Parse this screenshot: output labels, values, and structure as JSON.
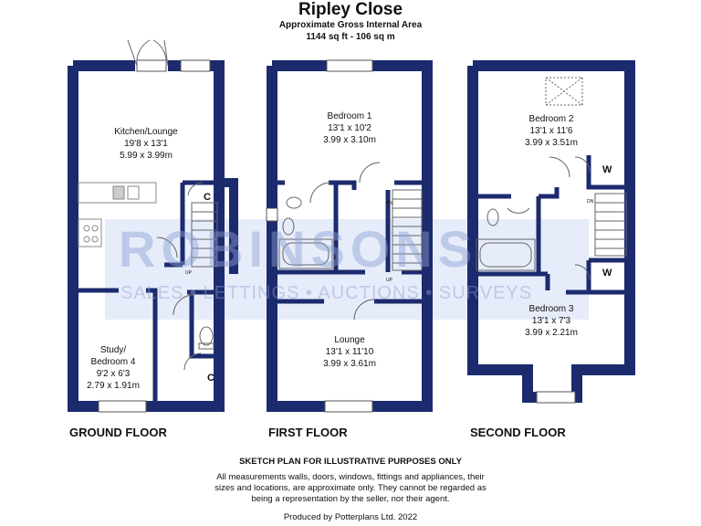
{
  "header": {
    "title": "Ripley Close",
    "area_label": "Approximate Gross Internal Area",
    "area_value": "1144 sq ft - 106 sq m"
  },
  "floors": [
    {
      "label": "GROUND FLOOR"
    },
    {
      "label": "FIRST FLOOR"
    },
    {
      "label": "SECOND FLOOR"
    }
  ],
  "rooms": {
    "kitchen": {
      "name": "Kitchen/Lounge",
      "imperial": "19'8 x 13'1",
      "metric": "5.99 x 3.99m"
    },
    "study": {
      "name1": "Study/",
      "name2": "Bedroom 4",
      "imperial": "9'2 x 6'3",
      "metric": "2.79 x 1.91m"
    },
    "bedroom1": {
      "name": "Bedroom 1",
      "imperial": "13'1 x 10'2",
      "metric": "3.99 x 3.10m"
    },
    "lounge": {
      "name": "Lounge",
      "imperial": "13'1 x 11'10",
      "metric": "3.99 x 3.61m"
    },
    "bedroom2": {
      "name": "Bedroom 2",
      "imperial": "13'1 x 11'6",
      "metric": "3.99 x 3.51m"
    },
    "bedroom3": {
      "name": "Bedroom 3",
      "imperial": "13'1 x 7'3",
      "metric": "3.99 x 2.21m"
    }
  },
  "cupboards": {
    "c": "C",
    "w": "W"
  },
  "stairs": {
    "up": "UP",
    "dn": "DN"
  },
  "watermark": {
    "brand": "ROBINSONS",
    "tagline": "SALES • LETTINGS • AUCTIONS • SURVEYS"
  },
  "footer": {
    "heading": "SKETCH PLAN FOR ILLUSTRATIVE PURPOSES ONLY",
    "line1": "All measurements walls, doors, windows, fittings and appliances, their",
    "line2": "sizes and locations, are approximate only. They cannot be regarded as",
    "line3": "being a representation by the seller, nor their agent.",
    "credit": "Produced by Potterplans Ltd. 2022"
  },
  "colors": {
    "wall": "#1c2a6e",
    "watermark": "#dbe4f7",
    "text": "#111111"
  }
}
